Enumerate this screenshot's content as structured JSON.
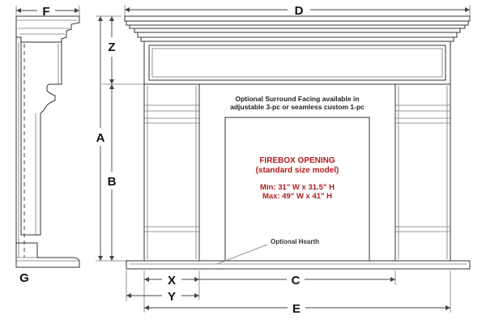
{
  "dimensions": {
    "F": "F",
    "D": "D",
    "Z": "Z",
    "A": "A",
    "B": "B",
    "G": "G",
    "X": "X",
    "Y": "Y",
    "C": "C",
    "E": "E"
  },
  "notes": {
    "surround_line1": "Optional Surround Facing available in",
    "surround_line2": "adjustable 3-pc or seamless custom 1-pc",
    "hearth": "Optional Hearth"
  },
  "firebox": {
    "title": "FIREBOX OPENING",
    "subtitle": "(standard size model)",
    "min": "Min: 31\" W x 31.5\" H",
    "max": "Max: 49\" W x 41\" H",
    "text_color": "#b01c1c"
  },
  "colors": {
    "line": "#333333",
    "background": "#ffffff"
  }
}
